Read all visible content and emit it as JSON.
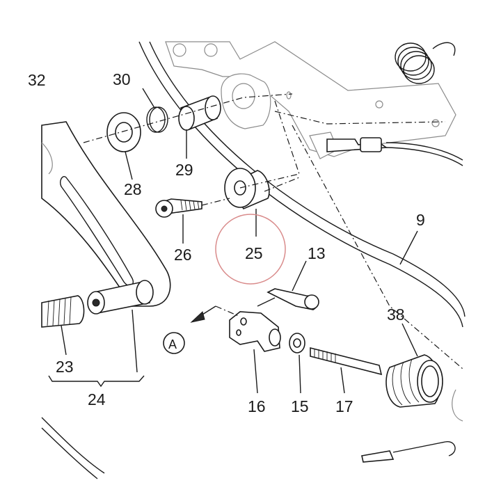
{
  "callouts": {
    "p32": "32",
    "p30": "30",
    "p28": "28",
    "p29": "29",
    "p26": "26",
    "p25": "25",
    "p9": "9",
    "p13": "13",
    "p38": "38",
    "p23": "23",
    "p24": "24",
    "p16": "16",
    "p15": "15",
    "p17": "17",
    "view_a": "A"
  },
  "colors": {
    "ink": "#1a1a1a",
    "highlight_circle": "#d98b8b",
    "background": "#ffffff"
  },
  "highlight": {
    "part": "25"
  }
}
